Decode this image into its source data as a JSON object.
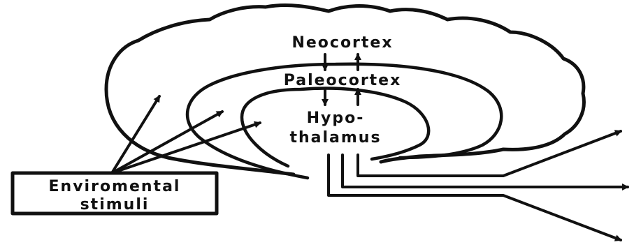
{
  "diagram": {
    "labels": {
      "neocortex": "Neocortex",
      "paleocortex": "Paleocortex",
      "hypo_line1": "Hypo-",
      "hypo_line2": "thalamus",
      "env_line1": "Enviromental",
      "env_line2": "stimuli"
    }
  }
}
